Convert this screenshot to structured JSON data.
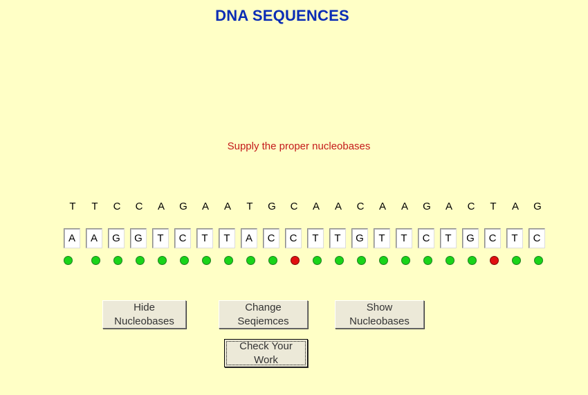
{
  "title": "DNA SEQUENCES",
  "instruction": "Supply the proper nucleobases",
  "top_strand": [
    "T",
    "T",
    "C",
    "C",
    "A",
    "G",
    "A",
    "A",
    "T",
    "G",
    "C",
    "A",
    "A",
    "C",
    "A",
    "A",
    "G",
    "A",
    "C",
    "T",
    "A",
    "G"
  ],
  "answers": [
    "A",
    "A",
    "G",
    "G",
    "T",
    "C",
    "T",
    "T",
    "A",
    "C",
    "C",
    "T",
    "T",
    "G",
    "T",
    "T",
    "C",
    "T",
    "G",
    "C",
    "T",
    "C"
  ],
  "status": [
    "correct",
    "correct",
    "correct",
    "correct",
    "correct",
    "correct",
    "correct",
    "correct",
    "correct",
    "correct",
    "incorrect",
    "correct",
    "correct",
    "correct",
    "correct",
    "correct",
    "correct",
    "correct",
    "correct",
    "incorrect",
    "correct",
    "correct"
  ],
  "colors": {
    "correct": "#19d419",
    "incorrect": "#e01010",
    "title": "#0b2db5",
    "instruction": "#c41a1a",
    "background": "#ffffc6"
  },
  "buttons": {
    "hide": "Hide\nNucleobases",
    "change": "Change\nSeqiemces",
    "show": "Show\nNucleobases",
    "check": "Check Your\nWork"
  }
}
